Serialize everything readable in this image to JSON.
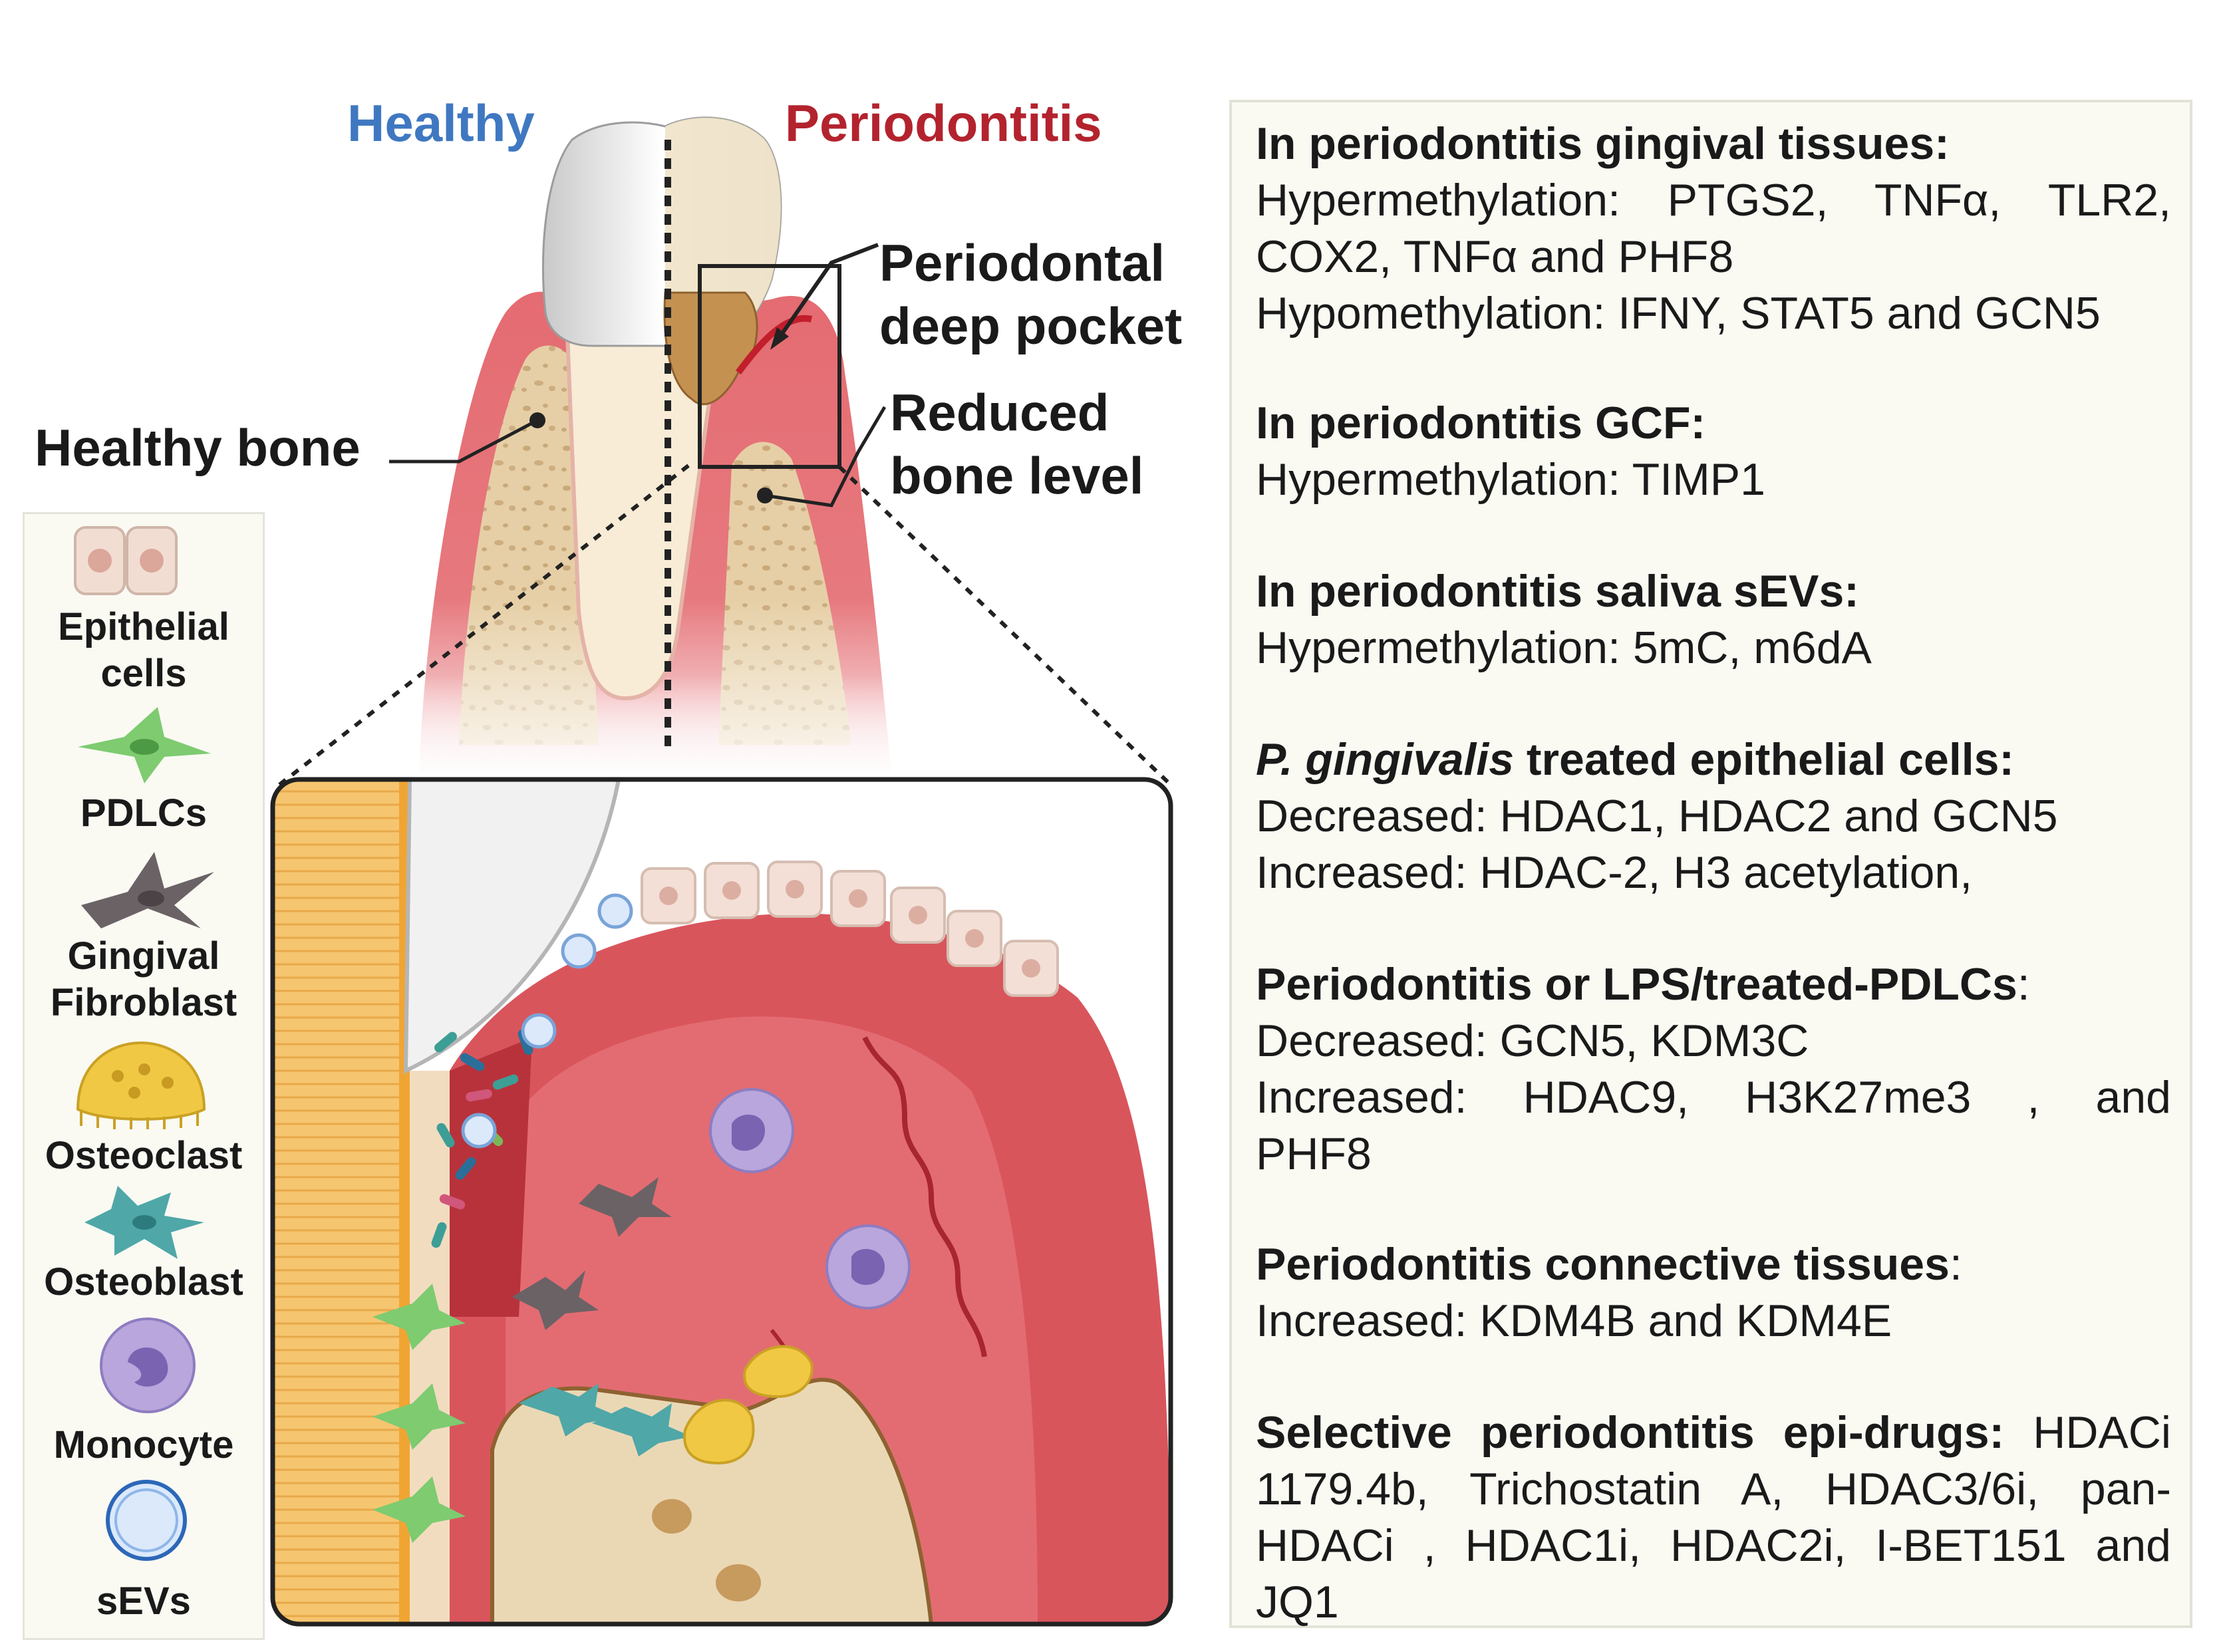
{
  "diagram": {
    "header_healthy": "Healthy",
    "header_periodontitis": "Periodontitis",
    "label_pocket_1": "Periodontal",
    "label_pocket_2": "deep pocket",
    "label_reduced_1": "Reduced",
    "label_reduced_2": "bone level",
    "label_healthy_bone": "Healthy bone"
  },
  "legend": {
    "items": [
      {
        "label_1": "Epithelial",
        "label_2": "cells",
        "icon": "epithelial-cells-icon"
      },
      {
        "label_1": "PDLCs",
        "icon": "pdlc-cell-icon"
      },
      {
        "label_1": "Gingival",
        "label_2": "Fibroblast",
        "icon": "gingival-fibroblast-icon"
      },
      {
        "label_1": "Osteoclast",
        "icon": "osteoclast-icon"
      },
      {
        "label_1": "Osteoblast",
        "icon": "osteoblast-icon"
      },
      {
        "label_1": "Monocyte",
        "icon": "monocyte-icon"
      },
      {
        "label_1": "sEVs",
        "icon": "sev-vesicle-icon"
      }
    ]
  },
  "findings": {
    "gingival": {
      "heading": "In periodontitis gingival tissues:",
      "line1": "Hypermethylation:  PTGS2,  TNFα,  TLR2,",
      "line2": "COX2, TNFα and PHF8",
      "line3": "Hypomethylation: IFNY, STAT5 and GCN5"
    },
    "gcf": {
      "heading": "In periodontitis GCF:",
      "line1": "Hypermethylation: TIMP1"
    },
    "saliva": {
      "heading": "In periodontitis saliva sEVs:",
      "line1": "Hypermethylation: 5mC, m6dA"
    },
    "pg": {
      "heading_italic": "P. gingivalis",
      "heading_rest": " treated epithelial cells:",
      "line1": "Decreased: HDAC1, HDAC2 and GCN5",
      "line2": "Increased: HDAC-2, H3 acetylation,"
    },
    "pdlc": {
      "heading": "Periodontitis or LPS/treated-PDLCs",
      "heading_suffix": ":",
      "line1": "Decreased: GCN5, KDM3C",
      "line2": "Increased:   HDAC9,   H3K27me3 ,   and",
      "line3": "PHF8"
    },
    "connective": {
      "heading": "Periodontitis connective tissues",
      "heading_suffix": ":",
      "line1": "Increased: KDM4B and KDM4E"
    },
    "drugs": {
      "heading": "Selective periodontitis epi-drugs:",
      "line1_rest": " HDACi",
      "line2": "1179.4b,  Trichostatin  A,  HDAC3/6i,  pan-",
      "line3": "HDACi ,  HDAC1i,  HDAC2i,  I-BET151 and",
      "line4": "JQ1"
    }
  },
  "colors": {
    "healthy_blue": "#3f78c1",
    "periodontitis_red": "#b3232e",
    "gum_red": "#d9555c",
    "bone": "#e8d3ae",
    "panel_bg": "#fafaf3"
  }
}
